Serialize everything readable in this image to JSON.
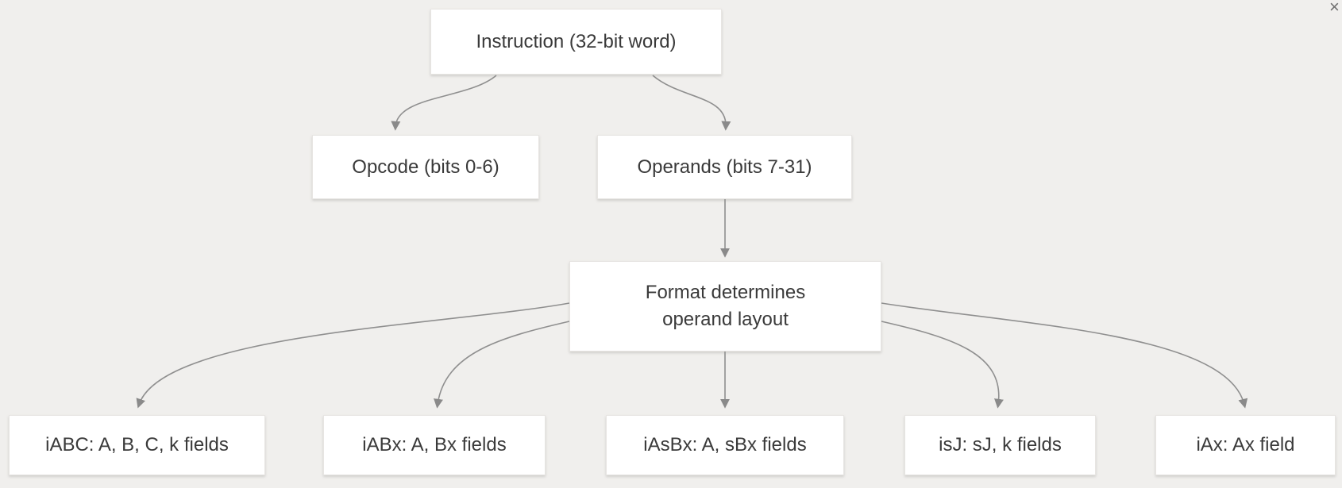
{
  "window": {
    "close_icon": "×"
  },
  "diagram": {
    "type": "flowchart",
    "direction": "top-down",
    "nodes": {
      "instruction": {
        "label": "Instruction (32-bit word)"
      },
      "opcode": {
        "label": "Opcode (bits 0-6)"
      },
      "operands": {
        "label": "Operands (bits 7-31)"
      },
      "format": {
        "label": "Format determines operand layout"
      },
      "iabc": {
        "label": "iABC: A, B, C, k fields"
      },
      "iabx": {
        "label": "iABx: A, Bx fields"
      },
      "iasbx": {
        "label": "iAsBx: A, sBx fields"
      },
      "isj": {
        "label": "isJ: sJ, k fields"
      },
      "iax": {
        "label": "iAx: Ax field"
      }
    },
    "edges": [
      {
        "from": "instruction",
        "to": "opcode"
      },
      {
        "from": "instruction",
        "to": "operands"
      },
      {
        "from": "operands",
        "to": "format"
      },
      {
        "from": "format",
        "to": "iabc"
      },
      {
        "from": "format",
        "to": "iabx"
      },
      {
        "from": "format",
        "to": "iasbx"
      },
      {
        "from": "format",
        "to": "isj"
      },
      {
        "from": "format",
        "to": "iax"
      }
    ],
    "colors": {
      "background": "#f0efed",
      "node_fill": "#ffffff",
      "node_border": "#e7e5e2",
      "text": "#3a3a3a",
      "arrow": "#8f8f8f"
    }
  }
}
